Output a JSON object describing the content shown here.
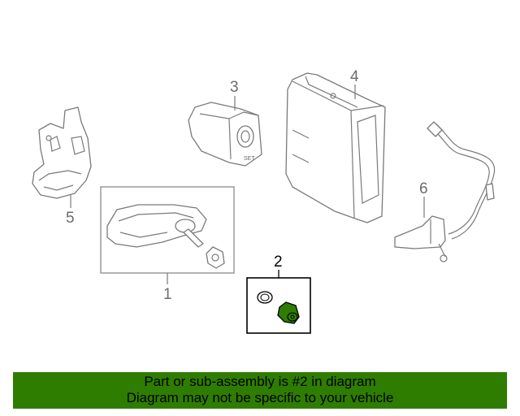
{
  "callouts": {
    "c1": "1",
    "c2": "2",
    "c3": "3",
    "c4": "4",
    "c5": "5",
    "c6": "6"
  },
  "switch_label": "SET",
  "highlight_color": "#2f7d00",
  "banner": {
    "line1": "Part or sub-assembly is #2 in diagram",
    "line2": "Diagram may not be specific to your vehicle"
  }
}
